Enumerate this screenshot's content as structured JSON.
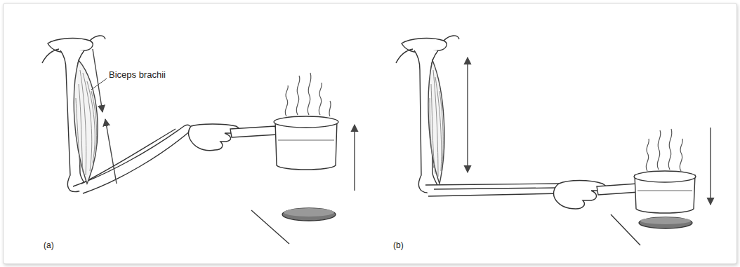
{
  "diagram": {
    "labels": [
      "Biceps brachii",
      "(a)",
      "(b)"
    ]
  }
}
